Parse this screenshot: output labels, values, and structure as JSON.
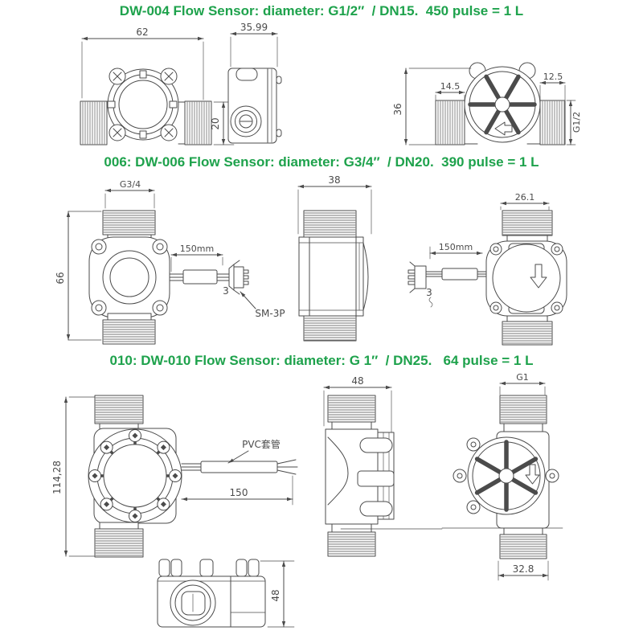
{
  "colors": {
    "title_green": "#1ea24c",
    "line_gray": "#4b4b4b"
  },
  "sections": {
    "s004": {
      "title": "DW-004 Flow Sensor: diameter: G1/2″  / DN15.  450 pulse = 1 L",
      "dims": {
        "front_width": "62",
        "front_offset": "20",
        "side_width": "35.99",
        "back_height": "36",
        "back_thread_left": "14.5",
        "back_thread_right": "12.5",
        "back_spec": "G1/2"
      }
    },
    "s006": {
      "title": "006: DW-006 Flow Sensor: diameter: G3/4″  / DN20.  390 pulse = 1 L",
      "dims": {
        "thread": "G3/4",
        "height": "66",
        "cable": "150mm",
        "pins": "3",
        "connector": "SM-3P",
        "side_width": "38",
        "back_width": "26.1",
        "back_cable": "150mm",
        "back_pins": "3"
      }
    },
    "s010": {
      "title": "010: DW-010 Flow Sensor: diameter: G 1″  / DN25.   64 pulse = 1 L",
      "dims": {
        "height": "114,28",
        "sleeve": "PVC套管",
        "cable": "150",
        "side_width": "48",
        "back_spec": "G1",
        "back_width": "32.8",
        "bottom_height": "48"
      }
    }
  }
}
